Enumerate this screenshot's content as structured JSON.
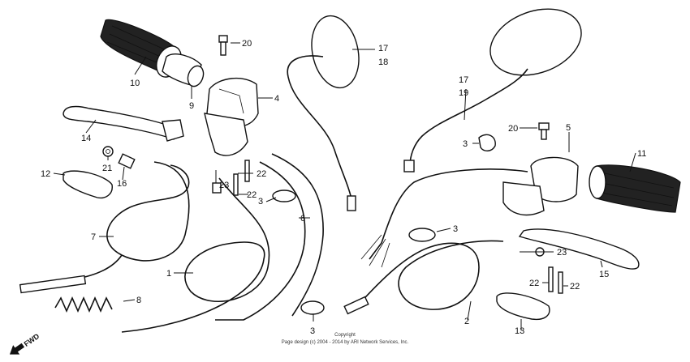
{
  "diagram": {
    "callouts": {
      "c1": "1",
      "c2": "2",
      "c3a": "3",
      "c3b": "3",
      "c3c": "3",
      "c3d": "3",
      "c4": "4",
      "c5": "5",
      "c6": "6",
      "c7": "7",
      "c8": "8",
      "c9": "9",
      "c10": "10",
      "c11": "11",
      "c12": "12",
      "c13": "13",
      "c14": "14",
      "c15": "15",
      "c16": "16",
      "c17a": "17",
      "c18": "18",
      "c17b": "17",
      "c19": "19",
      "c20a": "20",
      "c20b": "20",
      "c21": "21",
      "c22a": "22",
      "c22b": "22",
      "c22c": "22",
      "c22d": "22",
      "c23a": "23",
      "c23b": "23"
    },
    "direction_label": "FWD",
    "copyright_line1": "Copyright",
    "copyright_line2": "Page design (c) 2004 - 2014 by ARI Network Services, Inc."
  }
}
